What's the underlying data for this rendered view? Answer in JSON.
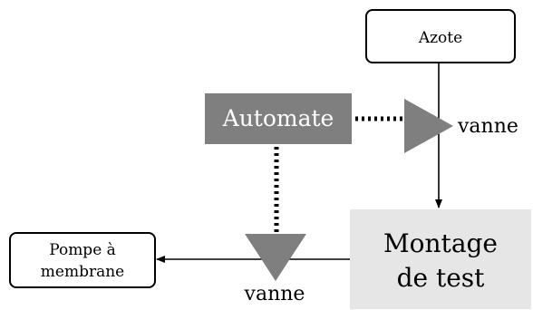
{
  "nodes": {
    "azote": {
      "label": "Azote"
    },
    "automate": {
      "label": "Automate",
      "color": "#7f7f7f",
      "text_color": "#ffffff"
    },
    "montage": {
      "line1": "Montage",
      "line2": "de test",
      "color": "#e6e6e6"
    },
    "pompe": {
      "line1": "Pompe à",
      "line2": "membrane"
    }
  },
  "valves": {
    "top": {
      "label": "vanne",
      "color": "#7f7f7f"
    },
    "bottom": {
      "label": "vanne",
      "color": "#7f7f7f"
    }
  },
  "colors": {
    "line": "#000000",
    "background": "#ffffff"
  }
}
